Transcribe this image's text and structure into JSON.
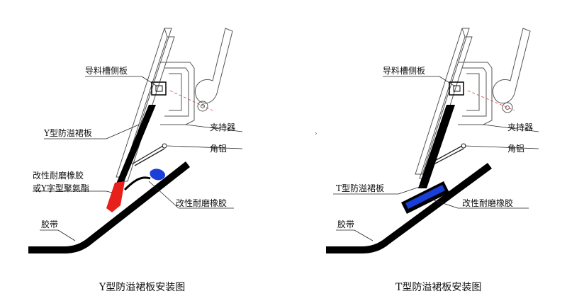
{
  "left": {
    "caption": "Y型防溢裙板安装图",
    "labels": {
      "side_plate": "导料槽侧板",
      "clamp": "夹持器",
      "angle_al": "角铝",
      "skirt": "Y型防溢裙板",
      "rubber_or_pu_line1": "改性耐磨橡胶",
      "rubber_or_pu_line2": "或Y字型聚氨酯",
      "rubber": "改性耐磨橡胶",
      "belt": "胶带"
    }
  },
  "right": {
    "caption": "T型防溢裙板安装图",
    "labels": {
      "side_plate": "导料槽侧板",
      "clamp": "夹持器",
      "angle_al": "角铝",
      "skirt": "T型防溢裙板",
      "rubber": "改性耐磨橡胶",
      "belt": "胶带"
    }
  },
  "colors": {
    "red_rubber": "#e8201c",
    "blue_rubber": "#1a3fd8",
    "steel": "#000000"
  }
}
